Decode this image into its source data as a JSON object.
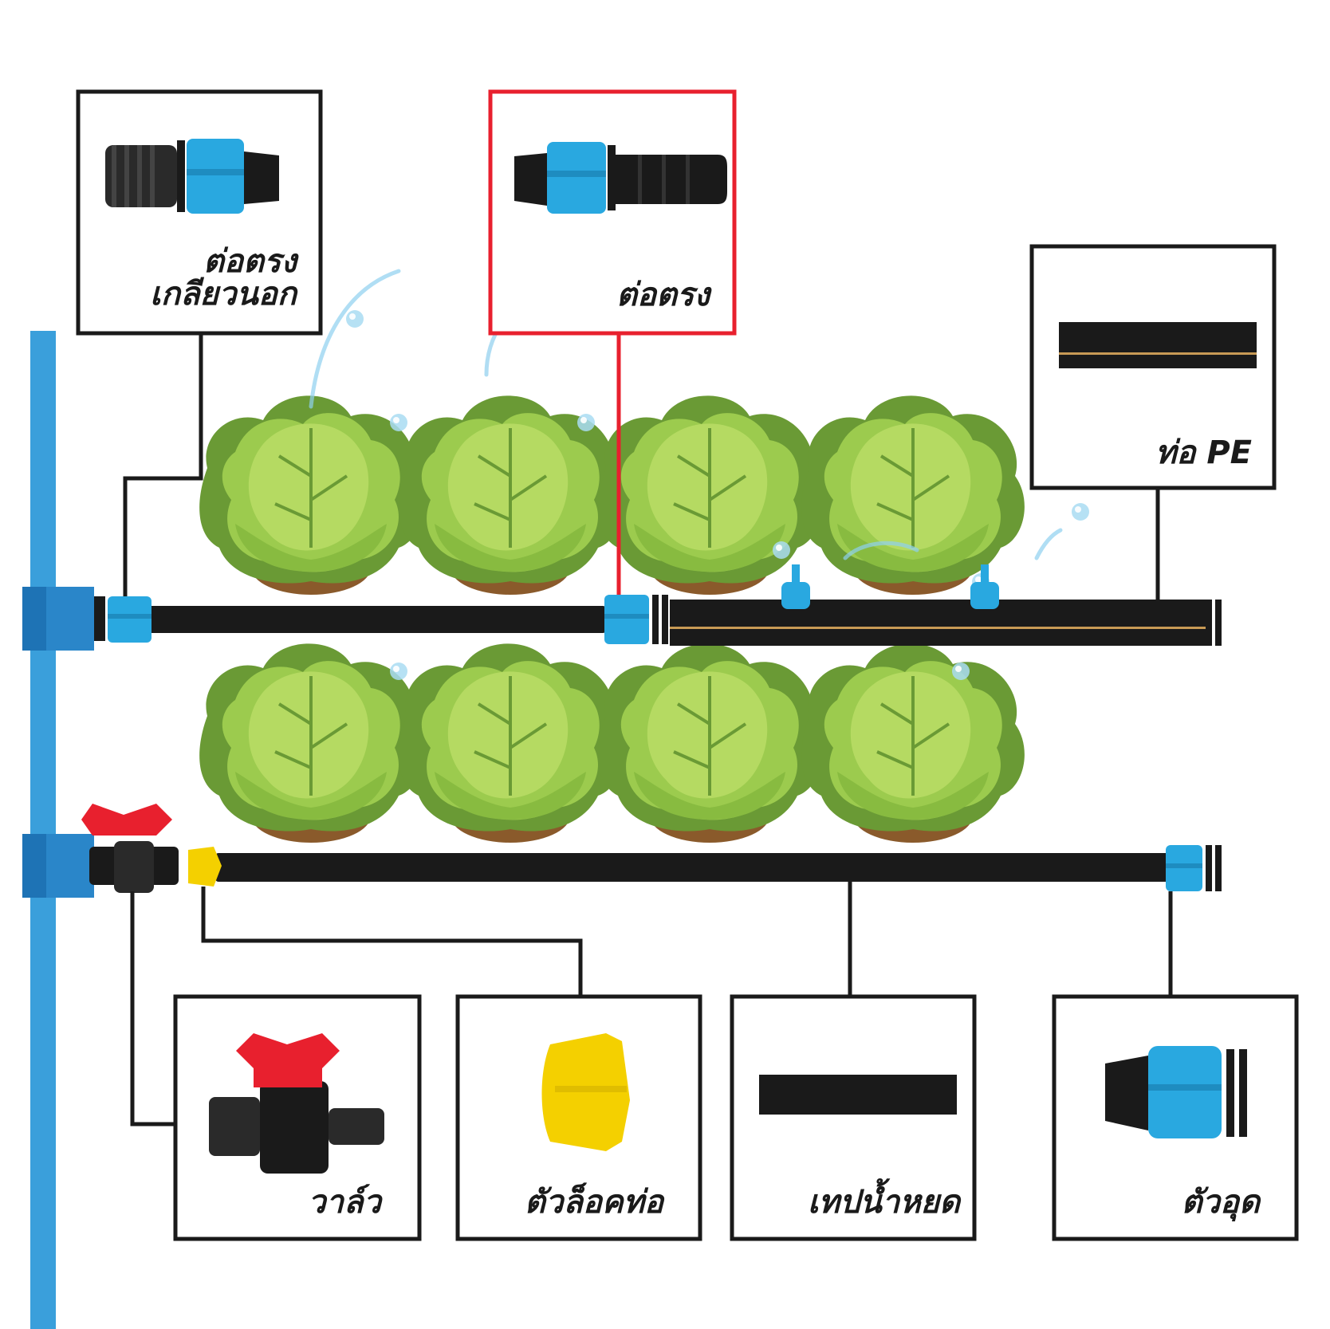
{
  "labels": {
    "straight_threaded": [
      "ต่อตรง",
      "เกลียวนอก"
    ],
    "straight": "ต่อตรง",
    "pe_pipe": "ท่อ PE",
    "valve": "วาล์ว",
    "lock_cap": "ตัวล็อคท่อ",
    "drip_tape": "เทปน้ำหยด",
    "end_plug": "ตัวอุด"
  },
  "colors": {
    "main_pipe": "#3a9fdb",
    "connector_blue": "#29a8e0",
    "valve_red": "#e8202e",
    "lock_yellow": "#f4d000",
    "pipe_black": "#1a1a1a",
    "highlight_frame": "#e8202e",
    "lettuce_light": "#9ccb4e",
    "lettuce_dark": "#6a9a35",
    "soil": "#8a5a2b"
  },
  "icons": [
    "lettuce-icon",
    "water-drop-icon",
    "straight-threaded-connector-icon",
    "straight-connector-icon",
    "pe-pipe-icon",
    "valve-icon",
    "lock-cap-icon",
    "drip-tape-icon",
    "end-plug-icon",
    "dripper-icon"
  ]
}
